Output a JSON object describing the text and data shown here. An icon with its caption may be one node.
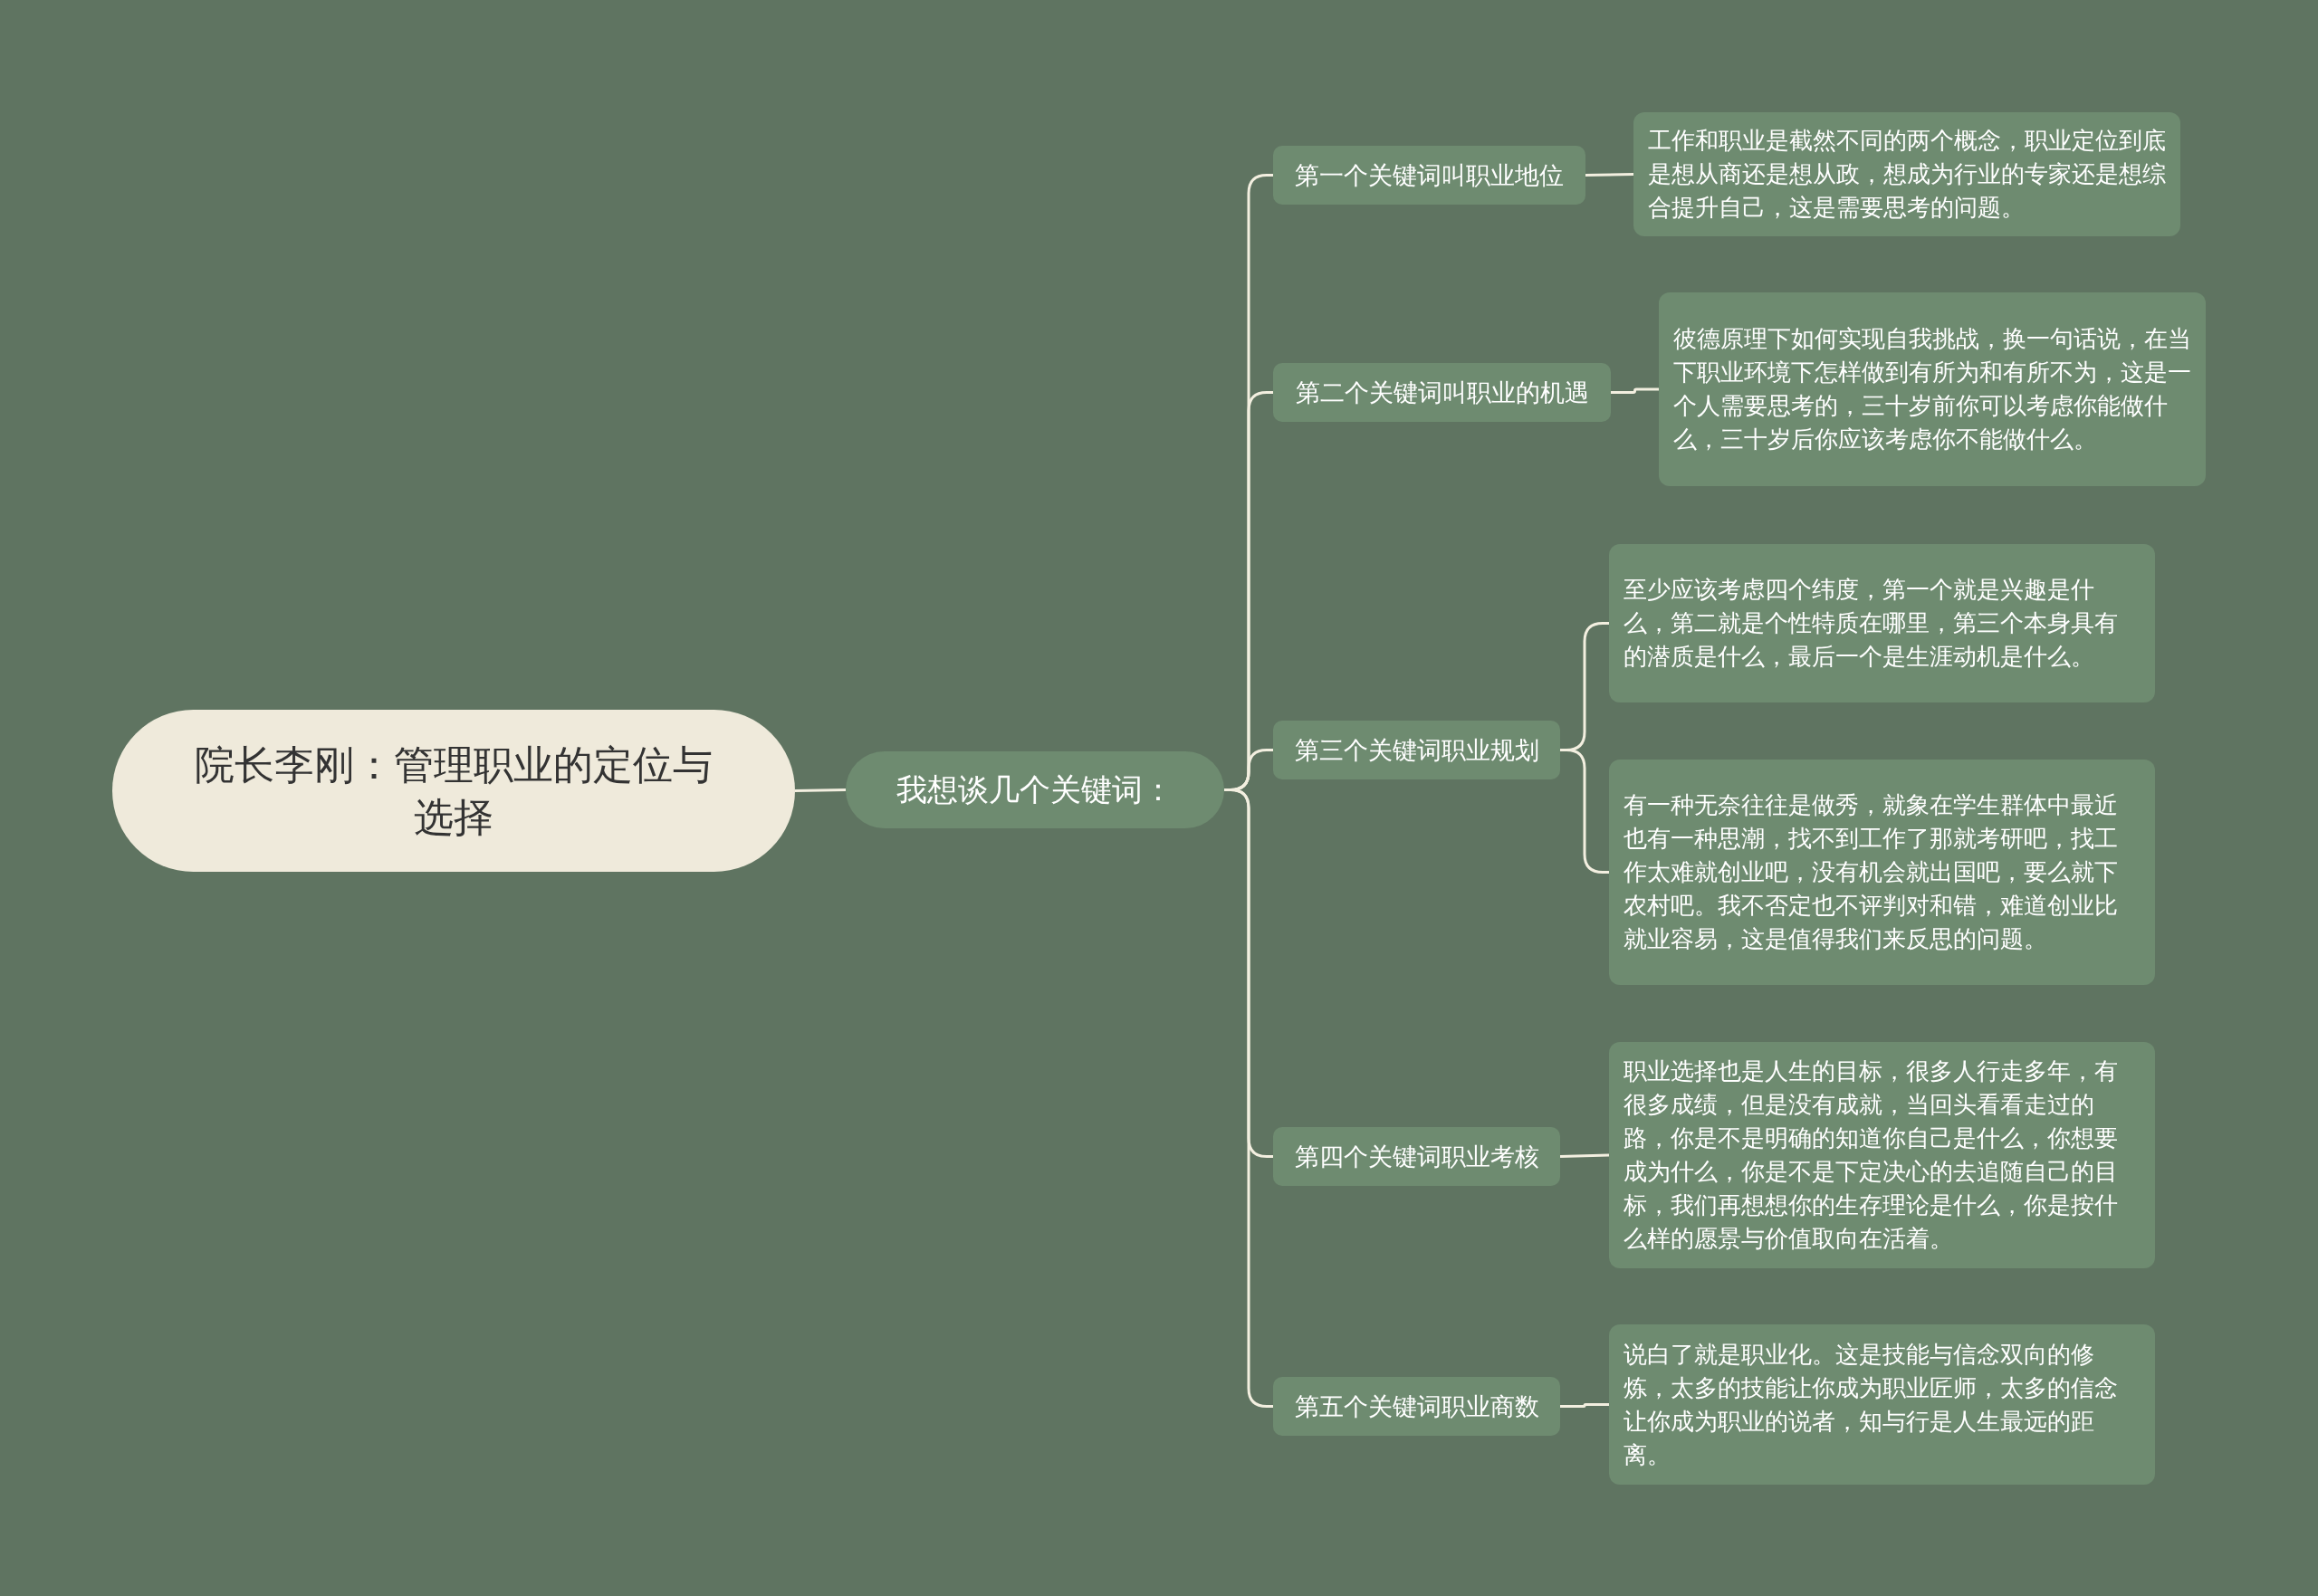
{
  "diagram": {
    "nodes": [
      {
        "text": [
          "院长李刚：管理职业的定位与选择"
        ]
      },
      {
        "text": [
          "我想谈几个关键词："
        ]
      },
      {
        "text": [
          "第一个关键词叫职业地位"
        ]
      },
      {
        "text": [
          "工作和职业是截然不同的两个概念，职业定位到底是想从商还是想从政，想成为行业的专家还是想综合提升自己，这是需要思考的问题。"
        ]
      },
      {
        "text": [
          "第二个关键词叫职业的机遇"
        ]
      },
      {
        "text": [
          "彼德原理下如何实现自我挑战，换一句话说，在当下职业环境下怎样做到有所为和有所不为，这是一个人需要思考的，三十岁前你可以考虑你能做什么，三十岁后你应该考虑你不能做什么。"
        ]
      },
      {
        "text": [
          "第三个关键词职业规划"
        ]
      },
      {
        "text": [
          "至少应该考虑四个纬度，第一个就是兴趣是什么，第二就是个性特质在哪里，第三个本身具有的潜质是什么，最后一个是生涯动机是什么。"
        ]
      },
      {
        "text": [
          "有一种无奈往往是做秀，就象在学生群体中最近也有一种思潮，找不到工作了那就考研吧，找工作太难就创业吧，没有机会就出国吧，要么就下农村吧。我不否定也不评判对和错，难道创业比就业容易，这是值得我们来反思的问题。"
        ]
      },
      {
        "text": [
          "第四个关键词职业考核"
        ]
      },
      {
        "text": [
          "职业选择也是人生的目标，很多人行走多年，有很多成绩，但是没有成就，当回头看看走过的路，你是不是明确的知道你自己是什么，你想要成为什么，你是不是下定决心的去追随自己的目标，我们再想想你的生存理论是什么，你是按什么样的愿景与价值取向在活着。"
        ]
      },
      {
        "text": [
          "第五个关键词职业商数"
        ]
      },
      {
        "text": [
          "说白了就是职业化。这是技能与信念双向的修炼，太多的技能让你成为职业匠师，太多的信念让你成为职业的说者，知与行是人生最远的距离。"
        ]
      }
    ],
    "edges": [
      {
        "from": 0,
        "to": 1,
        "arrow": "none"
      },
      {
        "from": 1,
        "to": 2,
        "arrow": "none"
      },
      {
        "from": 1,
        "to": 4,
        "arrow": "none"
      },
      {
        "from": 1,
        "to": 6,
        "arrow": "none"
      },
      {
        "from": 1,
        "to": 9,
        "arrow": "none"
      },
      {
        "from": 1,
        "to": 11,
        "arrow": "none"
      },
      {
        "from": 2,
        "to": 3,
        "arrow": "none"
      },
      {
        "from": 4,
        "to": 5,
        "arrow": "none"
      },
      {
        "from": 6,
        "to": 7,
        "arrow": "none"
      },
      {
        "from": 6,
        "to": 8,
        "arrow": "none"
      },
      {
        "from": 9,
        "to": 10,
        "arrow": "none"
      },
      {
        "from": 11,
        "to": 12,
        "arrow": "none"
      }
    ]
  }
}
